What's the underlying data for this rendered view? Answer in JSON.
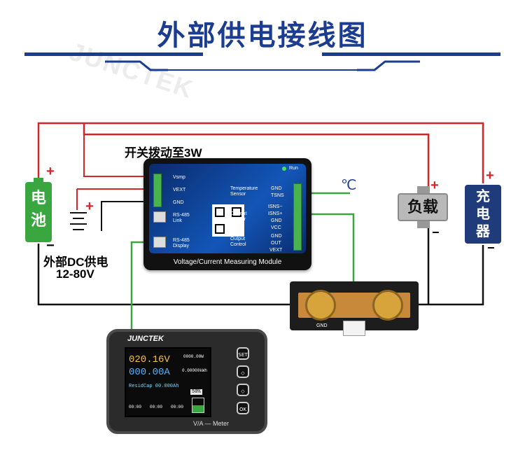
{
  "title": "外部供电接线图",
  "watermark": "JUNCTEK",
  "battery": {
    "label_line1": "电",
    "label_line2": "池",
    "plus": "+",
    "minus": "−"
  },
  "dc_source": {
    "label_line1": "外部DC供电",
    "label_line2": "12-80V",
    "plus": "+"
  },
  "switch_note": "开关拨动至3W",
  "temperature_symbol": "℃",
  "load": {
    "label": "负载",
    "plus": "+",
    "minus": "−"
  },
  "charger": {
    "label_line1": "充",
    "label_line2": "电",
    "label_line3": "器",
    "plus": "+",
    "minus": "−"
  },
  "module": {
    "caption": "Voltage/Current Measuring Module",
    "run": "Run",
    "left_pins": [
      "Vsmp",
      "VEXT",
      "GND"
    ],
    "rs485_link": "RS-485\nLink",
    "rs485_display": "RS-485\nDisplay",
    "groups": [
      "Temperature\nSensor",
      "Current\nSensor",
      "Output\nControl"
    ],
    "right_pins": [
      "GND",
      "TSNS",
      "ISNS−",
      "ISNS+",
      "GND",
      "VCC",
      "GND",
      "OUT",
      "VEXT"
    ]
  },
  "shunt": {
    "gnd": "GND"
  },
  "meter": {
    "brand": "JUNCTEK",
    "name": "V/A — Meter",
    "voltage": "020.16V",
    "current": "000.00A",
    "power": "0000.00W",
    "energy": "0.00000kWh",
    "resid_cap": "ResidCap 00.000Ah",
    "percent": "50%",
    "timers": [
      "00:00",
      "00:00",
      "00:00"
    ],
    "buttons": [
      "SET",
      "◇",
      "◇",
      "OK"
    ]
  },
  "colors": {
    "title": "#1b3c8f",
    "red_wire": "#d5252b",
    "black_wire": "#111111",
    "green_wire": "#3aa63f"
  }
}
